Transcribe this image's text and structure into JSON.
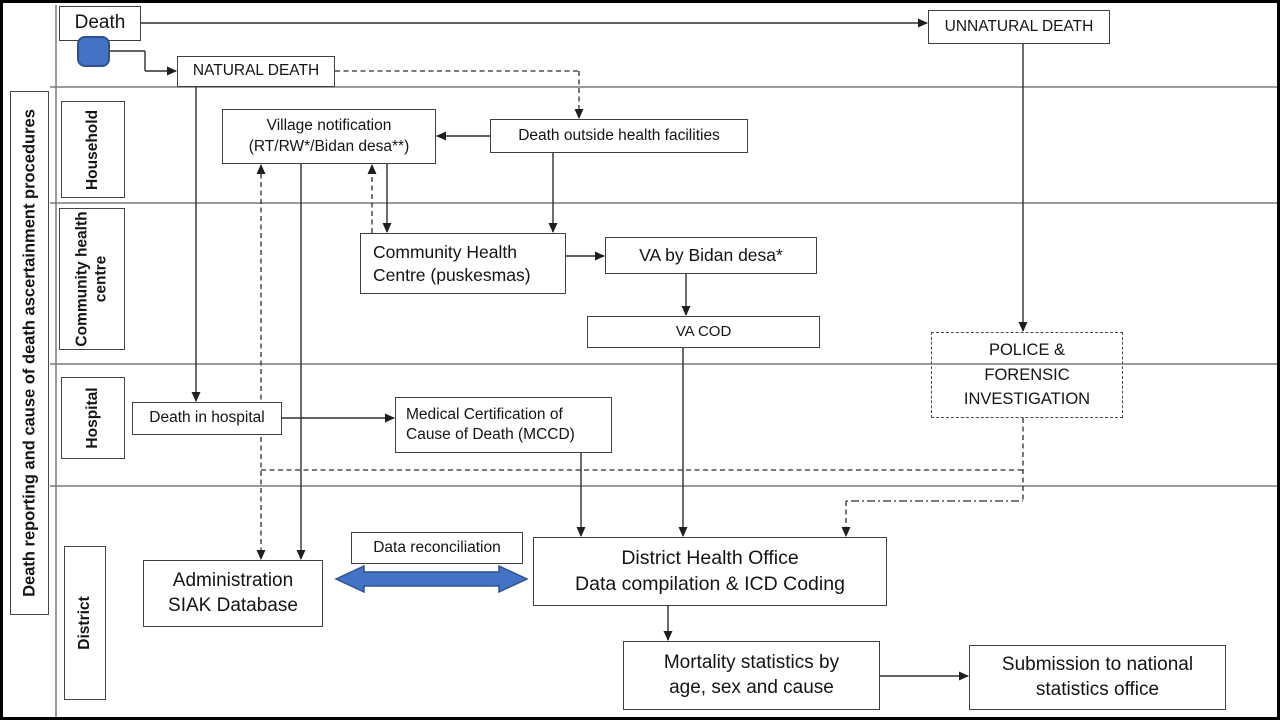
{
  "side_label": "Death reporting and cause of death ascertainment procedures",
  "lanes": [
    {
      "label": "Household"
    },
    {
      "label": "Community health centre"
    },
    {
      "label": "Hospital"
    },
    {
      "label": "District"
    }
  ],
  "nodes": {
    "death": {
      "label": "Death"
    },
    "natural_death": {
      "label": "NATURAL DEATH"
    },
    "unnatural_death": {
      "label": "UNNATURAL DEATH"
    },
    "village_notification": {
      "line1": "Village notification",
      "line2": "(RT/RW*/Bidan desa**)"
    },
    "death_outside": {
      "label": "Death outside health facilities"
    },
    "community_health_centre": {
      "line1": "Community Health",
      "line2": "Centre (puskesmas)"
    },
    "va_by_bidan": {
      "label": "VA by Bidan desa*"
    },
    "va_cod": {
      "label": "VA COD"
    },
    "police": {
      "line1": "POLICE &",
      "line2": "FORENSIC",
      "line3": "INVESTIGATION"
    },
    "death_in_hospital": {
      "label": "Death in hospital"
    },
    "mccd": {
      "line1": "Medical Certification of",
      "line2": "Cause of Death (MCCD)"
    },
    "admin_siak": {
      "line1": "Administration",
      "line2": "SIAK Database"
    },
    "data_reconciliation": {
      "label": "Data reconciliation"
    },
    "district_health_office": {
      "line1": "District Health Office",
      "line2": "Data compilation & ICD Coding"
    },
    "mortality_stats": {
      "line1": "Mortality statistics by",
      "line2": "age, sex and cause"
    },
    "submission": {
      "line1": "Submission to national",
      "line2": "statistics office"
    }
  },
  "colors": {
    "accent_blue": "#4472C4",
    "accent_blue_border": "#2F528F",
    "box_border": "#404040",
    "lane_line": "#7a7a7a",
    "connector": "#2e2e2e"
  }
}
